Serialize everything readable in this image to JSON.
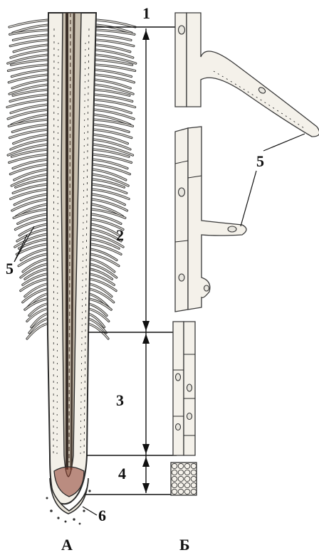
{
  "figure": {
    "panel_labels": {
      "left": "А",
      "right": "Б"
    },
    "zone_labels": [
      "1",
      "2",
      "3",
      "4"
    ],
    "part_labels": {
      "root_hairs_left": "5",
      "root_hairs_right": "5",
      "root_cap": "6"
    }
  }
}
